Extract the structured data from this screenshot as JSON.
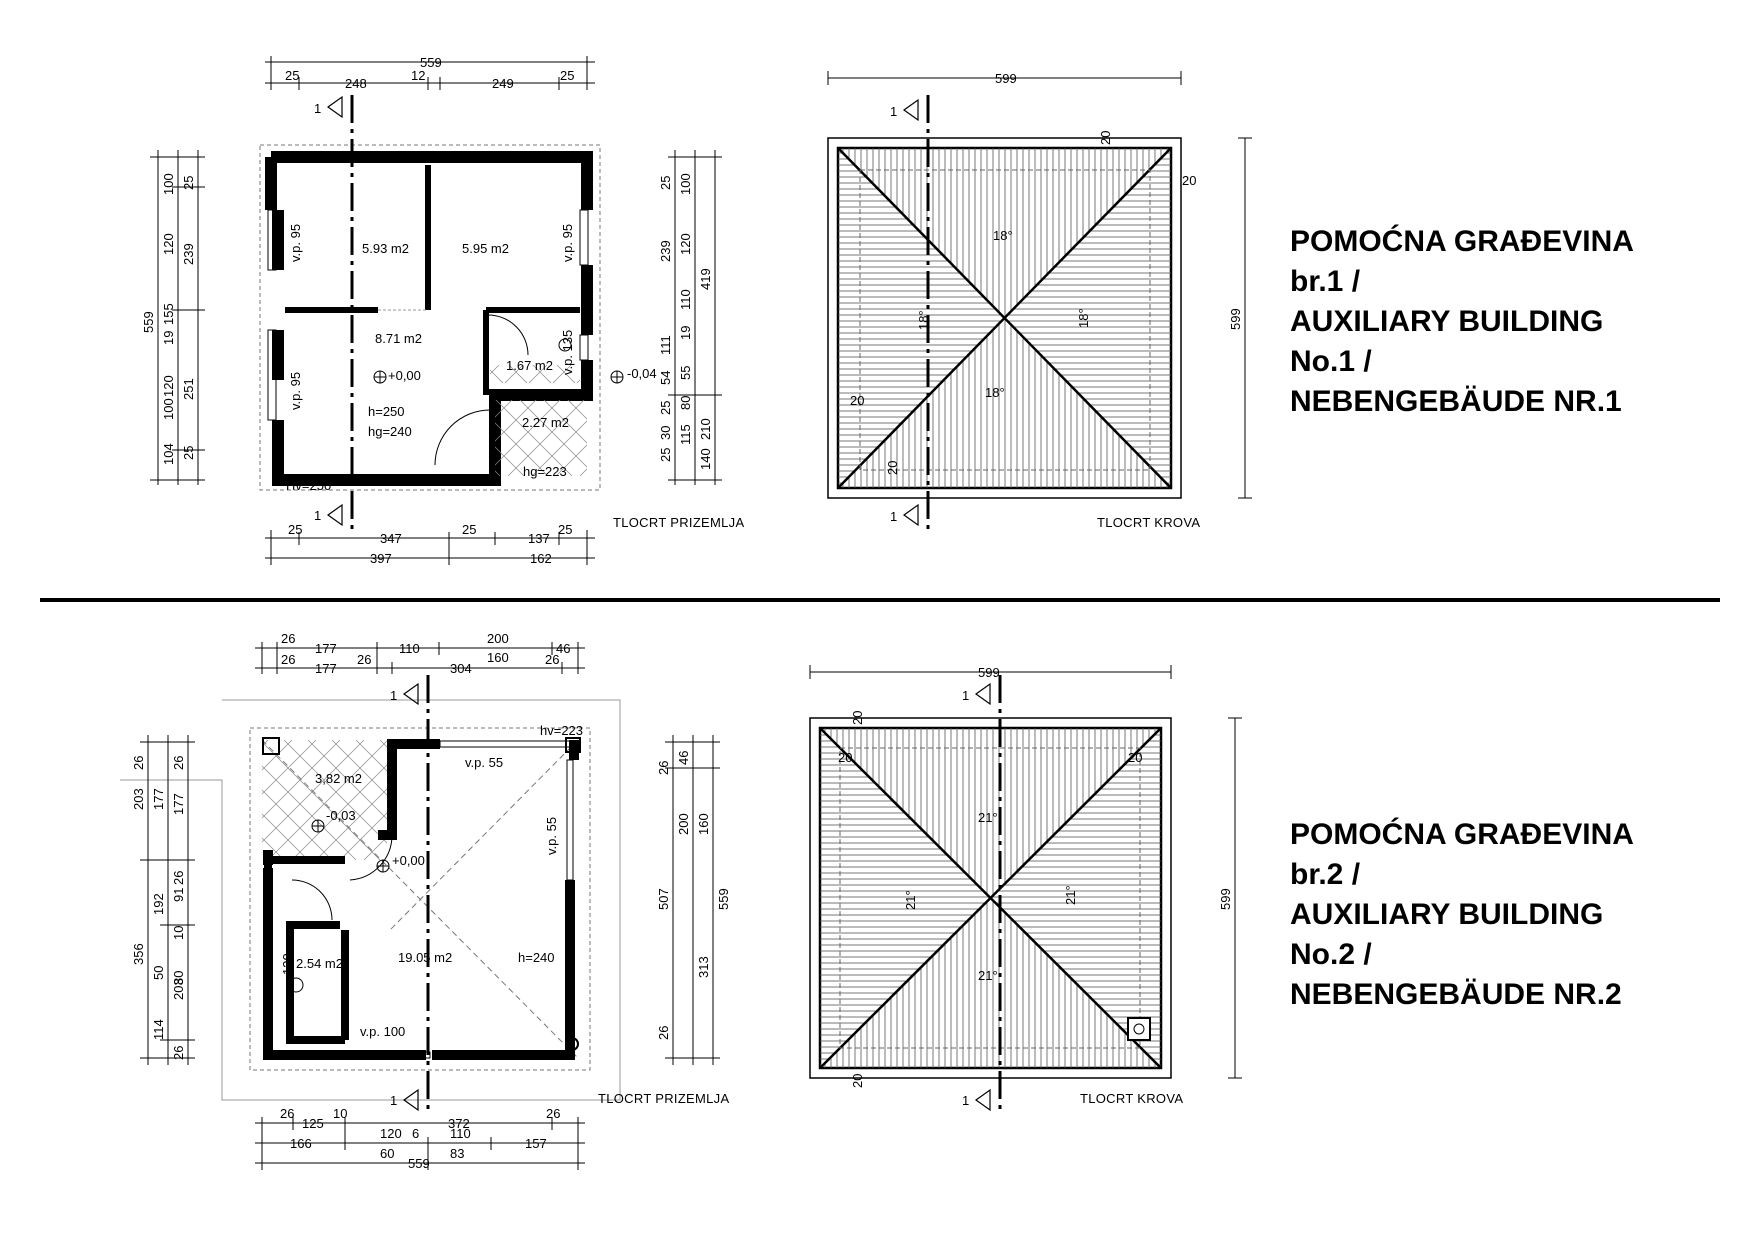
{
  "building1": {
    "title": "POMOĆNA GRAĐEVINA\nbr.1 /\nAUXILIARY BUILDING\nNo.1 /\nNEBENGEBÄUDE NR.1",
    "ground": {
      "caption": "TLOCRT PRIZEMLJA",
      "dims_top_total": "559",
      "dims_top": [
        "25",
        "248",
        "12",
        "249",
        "25"
      ],
      "dims_bottom_1": [
        "25",
        "347",
        "25",
        "137",
        "25"
      ],
      "dims_bottom_2": [
        "397",
        "162"
      ],
      "dims_left_total": "559",
      "dims_left_a": [
        "100",
        "120",
        "155",
        "19",
        "120",
        "100",
        "104"
      ],
      "dims_left_b": [
        "25",
        "239",
        "251",
        "25"
      ],
      "dims_right_a": [
        "25",
        "239",
        "111",
        "54",
        "25",
        "30",
        "25"
      ],
      "dims_right_b": [
        "100",
        "120",
        "110",
        "19",
        "55",
        "80",
        "115",
        "210"
      ],
      "dims_right_total": [
        "419",
        "140"
      ],
      "rooms": [
        "5.93 m2",
        "5.95 m2",
        "8.71 m2",
        "1.67 m2",
        "2.27 m2"
      ],
      "labels": [
        "v.p. 95",
        "v.p. 95",
        "v.p. 95",
        "v.p. 135",
        "+0,00",
        "-0,04",
        "h=250",
        "hg=240",
        "hg=223",
        "Hv=250"
      ],
      "section": "1"
    },
    "roof": {
      "caption": "TLOCRT KROVA",
      "dim_top": "599",
      "dim_right": "599",
      "overhang": "20",
      "slope": "18°"
    }
  },
  "building2": {
    "title": "POMOĆNA GRAĐEVINA\nbr.2 /\nAUXILIARY BUILDING\nNo.2 /\nNEBENGEBÄUDE NR.2",
    "ground": {
      "caption": "TLOCRT PRIZEMLJA",
      "dims_top_1": [
        "26",
        "177",
        "110",
        "200",
        "46"
      ],
      "dims_top_2": [
        "26",
        "177",
        "26",
        "304",
        "160",
        "26"
      ],
      "dims_bottom_1": [
        "26",
        "125",
        "10",
        "372",
        "26"
      ],
      "dims_bottom_2": [
        "166",
        "120",
        "6",
        "110",
        "157"
      ],
      "dims_bottom_3": [
        "60",
        "83"
      ],
      "dims_bottom_total": "559",
      "dims_left_a": [
        "26",
        "203",
        "356"
      ],
      "dims_left_b": [
        "177",
        "192",
        "50",
        "114"
      ],
      "dims_left_c": [
        "26",
        "177",
        "26",
        "91",
        "10",
        "80",
        "203",
        "26"
      ],
      "dims_right": [
        "26",
        "46",
        "200",
        "160",
        "507",
        "559",
        "313",
        "26"
      ],
      "rooms": [
        "3,82 m2",
        "19.05 m2",
        "2.54 m2"
      ],
      "labels": [
        "v.p. 55",
        "v.p. 55",
        "v.p. 100",
        "-0,03",
        "+0,00",
        "h=240",
        "hv=223",
        "130"
      ],
      "section": "1"
    },
    "roof": {
      "caption": "TLOCRT KROVA",
      "dim_top": "599",
      "dim_right": "599",
      "overhang": "20",
      "slope": "21°"
    }
  }
}
